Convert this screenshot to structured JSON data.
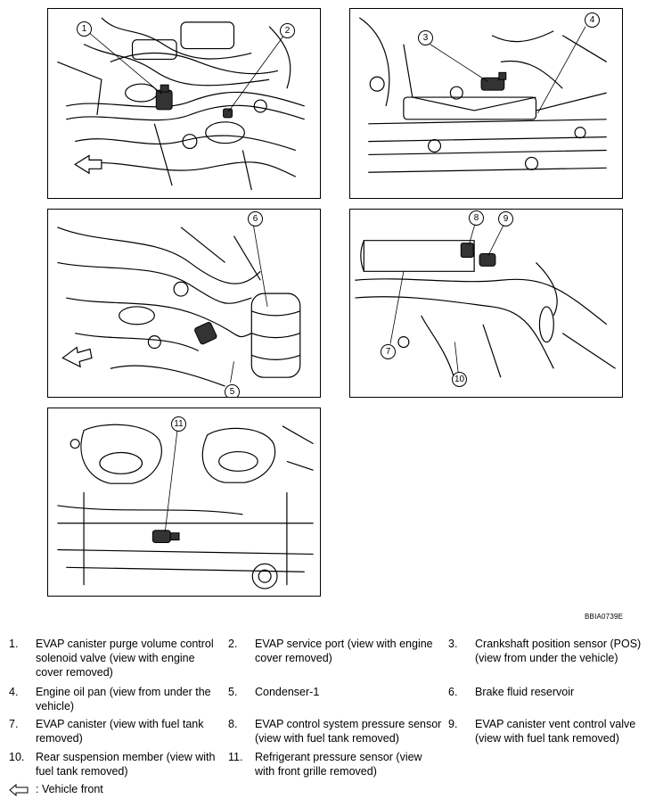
{
  "callouts": [
    "1",
    "2",
    "3",
    "4",
    "5",
    "6",
    "7",
    "8",
    "9",
    "10",
    "11"
  ],
  "figure_code": "BBIA0739E",
  "legend": [
    {
      "num": "1.",
      "text": "EVAP canister purge volume control solenoid valve (view with engine cover removed)"
    },
    {
      "num": "2.",
      "text": "EVAP service port (view with engine cover removed)"
    },
    {
      "num": "3.",
      "text": "Crankshaft position sensor (POS) (view from under the vehicle)"
    },
    {
      "num": "4.",
      "text": "Engine oil pan (view from under the vehicle)"
    },
    {
      "num": "5.",
      "text": "Condenser-1"
    },
    {
      "num": "6.",
      "text": "Brake fluid reservoir"
    },
    {
      "num": "7.",
      "text": "EVAP canister (view with fuel tank removed)"
    },
    {
      "num": "8.",
      "text": "EVAP control system pressure sensor (view with fuel tank removed)"
    },
    {
      "num": "9.",
      "text": "EVAP canister vent control valve (view with fuel tank removed)"
    },
    {
      "num": "10.",
      "text": "Rear suspension member (view with fuel tank removed)"
    },
    {
      "num": "11.",
      "text": "Refrigerant pressure sensor (view with front grille removed)"
    }
  ],
  "vehicle_front_note": ": Vehicle front",
  "icons": [
    "vehicle-front-arrow-icon"
  ]
}
